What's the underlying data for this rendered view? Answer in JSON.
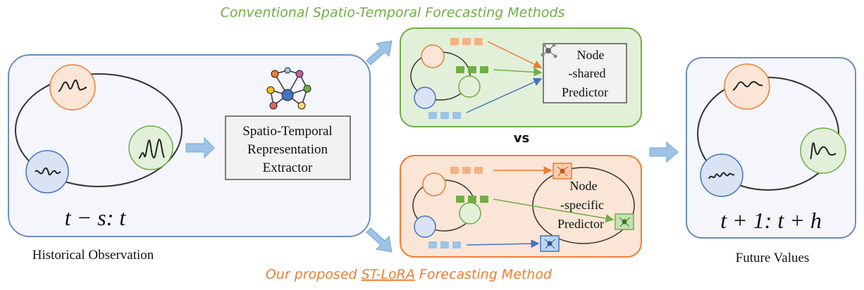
{
  "diagram": {
    "top_heading": "Conventional Spatio-Temporal Forecasting Methods",
    "bottom_heading_prefix": "Our proposed ",
    "bottom_heading_method": "ST-LoRA",
    "bottom_heading_suffix": " Forecasting Method",
    "history_panel": {
      "time_label": "t − s: t",
      "caption": "Historical Observation",
      "extractor_lines": [
        "Spatio-Temporal",
        "Representation",
        "Extractor"
      ]
    },
    "conventional_panel": {
      "predictor_lines": [
        "Node",
        "-shared",
        "Predictor"
      ]
    },
    "vs_label": "vs",
    "lora_panel": {
      "predictor_lines": [
        "Node",
        "-specific",
        "Predictor"
      ]
    },
    "future_panel": {
      "time_label": "t + 1: t + h",
      "caption": "Future Values"
    },
    "colors": {
      "orange": "#ed7d31",
      "green": "#70ad47",
      "blue": "#4472c4",
      "panel_blue_border": "#6c8ebf",
      "panel_blue_fill": "#f4f6fb",
      "conv_fill": "#e2f0d9",
      "conv_border": "#70ad47",
      "lora_fill": "#fbe5d6",
      "lora_border": "#ed7d31",
      "arrow_fill": "#9dc3e6"
    }
  }
}
